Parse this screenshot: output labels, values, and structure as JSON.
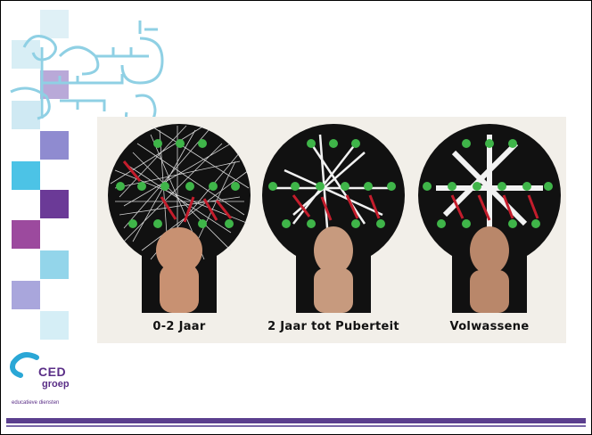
{
  "figure": {
    "captions": [
      "0-2 Jaar",
      "2 Jaar tot Puberteit",
      "Volwassene"
    ]
  },
  "logo": {
    "name": "CED",
    "subname": "groep",
    "tagline": "educatieve diensten"
  },
  "colors": {
    "brand_purple": "#5a2e87",
    "light_blue": "#bfe3ef",
    "cyan": "#4cc3e6",
    "lavender": "#8f8bd0",
    "violet": "#6b3a97",
    "magenta": "#9c4a9e"
  }
}
